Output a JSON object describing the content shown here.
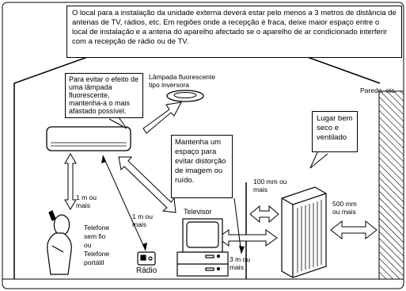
{
  "top_note": "O local para a instalação da unidade externa deverá estar pelo menos a 3 metros de distância de antenas de TV, rádios, etc. Em regiões onde a recepção é fraca, deixe maior espaço entre o local de instalação e a antena do aparelho afectado se o aparelho de ar condicionado interferir com a recepção de rádio ou de TV.",
  "fluorescent_note": "Para evitar o efeito de uma lâmpada fluorescente, mantenha-a o mais afastado possível.",
  "lamp_label": "Lâmpada fluorescente\ntipo inversora",
  "wall_label": "Parede, etc.",
  "space_note": "Mantenha um espaço para evitar distorção de imagem ou ruído.",
  "place_note": "Lugar bem seco e ventilado",
  "dist_1m_a": "1 m ou\nmais",
  "dist_1m_b": "1 m ou\nmais",
  "dist_100mm": "100 mm ou\nmais",
  "dist_500mm": "500 mm\nou mais",
  "dist_3m": "3 m ou\nmais",
  "tv_label": "Televisor",
  "phone_label": "Telefone\nsem fio\nou\nTelefone\nportátil",
  "radio_label": "Rádio"
}
